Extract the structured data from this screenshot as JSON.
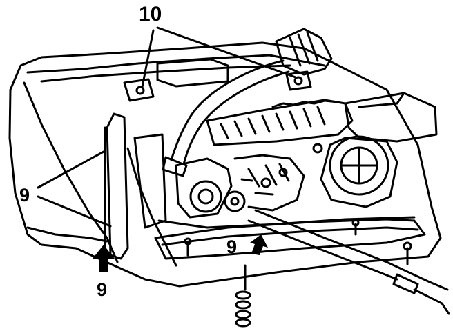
{
  "diagram": {
    "callouts": {
      "top": "10",
      "left": "9",
      "bottom_left": "9",
      "center": "9"
    },
    "colors": {
      "ink": "#000000",
      "paper": "#ffffff"
    }
  }
}
